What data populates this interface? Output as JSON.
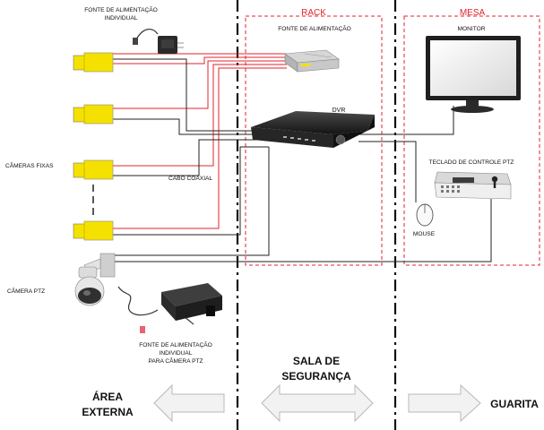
{
  "zones": {
    "rack": "RACK",
    "mesa": "MESA"
  },
  "labels": {
    "fonte_individual_top_line1": "FONTE DE ALIMENTAÇÃO",
    "fonte_individual_top_line2": "INDIVIDUAL",
    "fonte_rack": "FONTE DE ALIMENTAÇÃO",
    "dvr": "DVR",
    "monitor": "MONITOR",
    "cameras_fixas": "CÂMERAS FIXAS",
    "cabo_coaxial": "CABO COAXIAL",
    "teclado": "TECLADO DE CONTROLE PTZ",
    "mouse": "MOUSE",
    "camera_ptz": "CÂMERA PTZ",
    "fonte_ptz_line1": "FONTE DE ALIMENTAÇÃO",
    "fonte_ptz_line2": "INDIVIDUAL",
    "fonte_ptz_line3": "PARA CÂMERA PTZ"
  },
  "areas": {
    "externa_line1": "ÁREA",
    "externa_line2": "EXTERNA",
    "sala_line1": "SALA DE",
    "sala_line2": "SEGURANÇA",
    "guarita": "GUARITA"
  },
  "colors": {
    "zone_border": "#e0232d",
    "zone_title": "#e0232d",
    "power_wire": "#e0232d",
    "signal_wire": "#222222",
    "camera_yellow": "#f5e100",
    "arrow_fill": "#f2f2f2",
    "arrow_stroke": "#b8b8b8"
  }
}
